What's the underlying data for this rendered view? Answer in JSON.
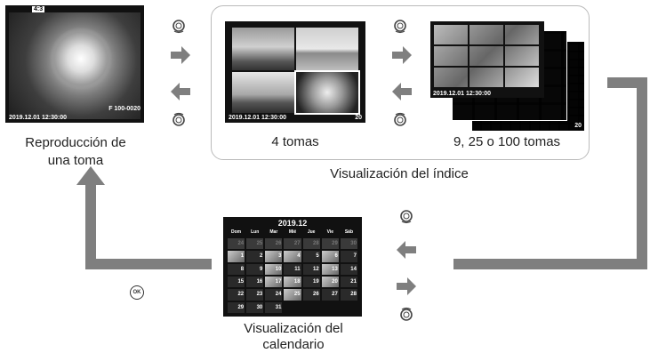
{
  "single": {
    "caption_line1": "Reproducción de",
    "caption_line2": "una toma",
    "datetime": "2019.12.01 12:30:00",
    "top_badge": "4:3",
    "file_info": "F  100-0020"
  },
  "index": {
    "group_caption": "Visualización del índice",
    "four": {
      "caption": "4 tomas",
      "datetime": "2019.12.01 12:30:00",
      "count": "20"
    },
    "many": {
      "caption": "9, 25 o 100 tomas",
      "datetime": "2019.12.01 12:30:00",
      "count": "20"
    }
  },
  "calendar": {
    "caption_line1": "Visualización del",
    "caption_line2": "calendario",
    "month": "2019.12",
    "weekdays": [
      "Dom",
      "Lun",
      "Mar",
      "Mié",
      "Jue",
      "Vie",
      "Sáb"
    ],
    "days": [
      "24",
      "25",
      "26",
      "27",
      "28",
      "29",
      "30",
      "1",
      "2",
      "3",
      "4",
      "5",
      "6",
      "7",
      "8",
      "9",
      "10",
      "11",
      "12",
      "13",
      "14",
      "15",
      "16",
      "17",
      "18",
      "19",
      "20",
      "21",
      "22",
      "23",
      "24",
      "25",
      "26",
      "27",
      "28",
      "29",
      "30",
      "31"
    ],
    "ok_label": "OK"
  },
  "icons": [
    "dial-icon",
    "arrow-right-icon",
    "arrow-left-icon",
    "ok-button-icon"
  ],
  "colors": {
    "connector": "#7f7f7f",
    "arrow": "#7f7f7f",
    "screen": "#111111"
  }
}
